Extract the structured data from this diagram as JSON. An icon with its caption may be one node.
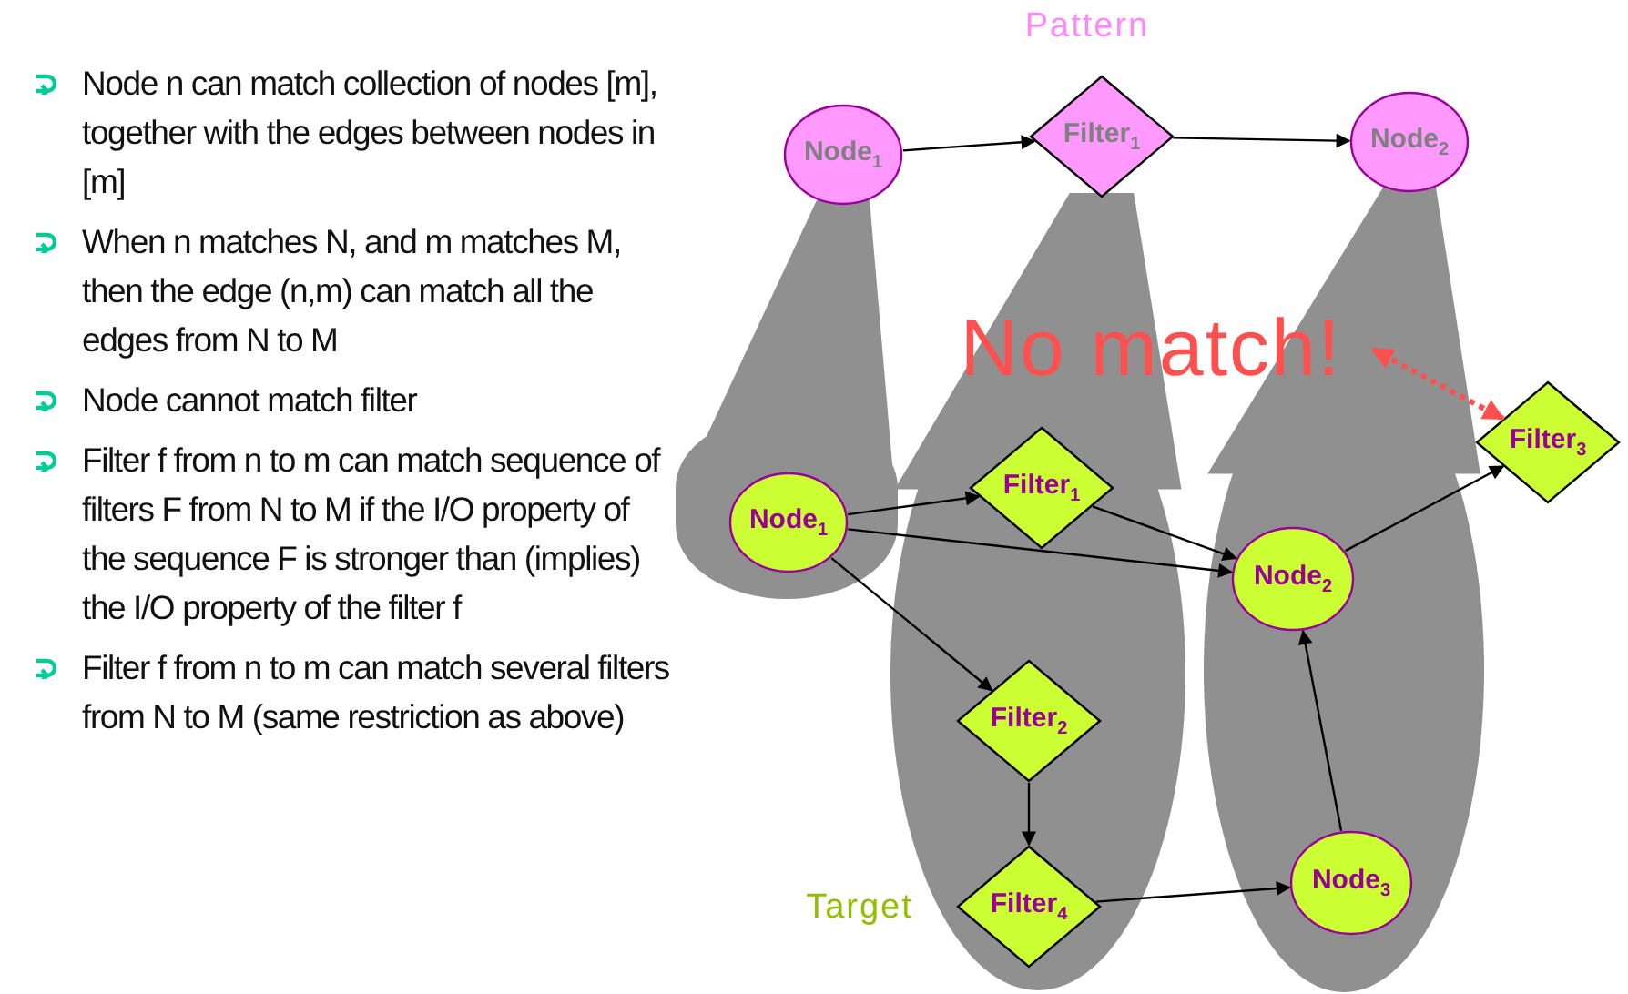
{
  "diagram": {
    "nodes": [
      {
        "text": [
          "Node$_{1}$"
        ]
      },
      {
        "text": [
          "Filter$_{1}$"
        ]
      },
      {
        "text": [
          "Node$_{2}$"
        ]
      },
      {
        "text": [],
        "shape": "cylinder"
      },
      {
        "text": [],
        "shape": "ellipse"
      },
      {
        "text": [],
        "shape": "ellipse"
      },
      {
        "text": [
          "Node$_{1}$"
        ],
        "in": 3
      },
      {
        "text": [
          "Filter$_{1}$"
        ],
        "in": 4
      },
      {
        "text": [
          "Filter$_{2}$"
        ],
        "in": 4
      },
      {
        "text": [
          "Filter$_{4}$"
        ],
        "in": 4
      },
      {
        "text": [
          "Node$_{2}$"
        ],
        "in": 5
      },
      {
        "text": [
          "Node$_{3}$"
        ],
        "in": 5
      },
      {
        "text": [
          "Filter$_{3}$"
        ]
      },
      {
        "text": [
          "No match!"
        ]
      }
    ],
    "edges": [
      {
        "from": 0,
        "to": 1,
        "arrow": "to"
      },
      {
        "from": 1,
        "to": 2,
        "arrow": "to"
      },
      {
        "from": 0,
        "to": 3,
        "arrow": "none",
        "style": "thick",
        "color": "#909090"
      },
      {
        "from": 1,
        "to": 4,
        "arrow": "none",
        "style": "thick",
        "color": "#909090"
      },
      {
        "from": 2,
        "to": 5,
        "arrow": "none",
        "style": "thick",
        "color": "#909090"
      },
      {
        "from": 6,
        "to": 7,
        "arrow": "to"
      },
      {
        "from": 6,
        "to": 10,
        "arrow": "to"
      },
      {
        "from": 6,
        "to": 8,
        "arrow": "to"
      },
      {
        "from": 7,
        "to": 10,
        "arrow": "to"
      },
      {
        "from": 10,
        "to": 12,
        "arrow": "to"
      },
      {
        "from": 8,
        "to": 9,
        "arrow": "to"
      },
      {
        "from": 9,
        "to": 11,
        "arrow": "to"
      },
      {
        "from": 11,
        "to": 10,
        "arrow": "to"
      },
      {
        "from": 13,
        "to": 12,
        "arrow": "both",
        "style": "dashed",
        "color": "#ff5050"
      }
    ],
    "labels": [
      "Pattern",
      "Node n can match collection of nodes [m], together with the edges between nodes in [m]",
      "When n matches N, and m matches M, then the edge (n,m) can match all the edges from N to M",
      "Node cannot match filter",
      "Filter f from n to m can match sequence of filters F from N to M if the I/O property of the sequence F is stronger than (implies) the I/O property of the filter f",
      "Filter f from n to m can match several filters from N to M (same restriction as above)",
      "Target"
    ]
  }
}
